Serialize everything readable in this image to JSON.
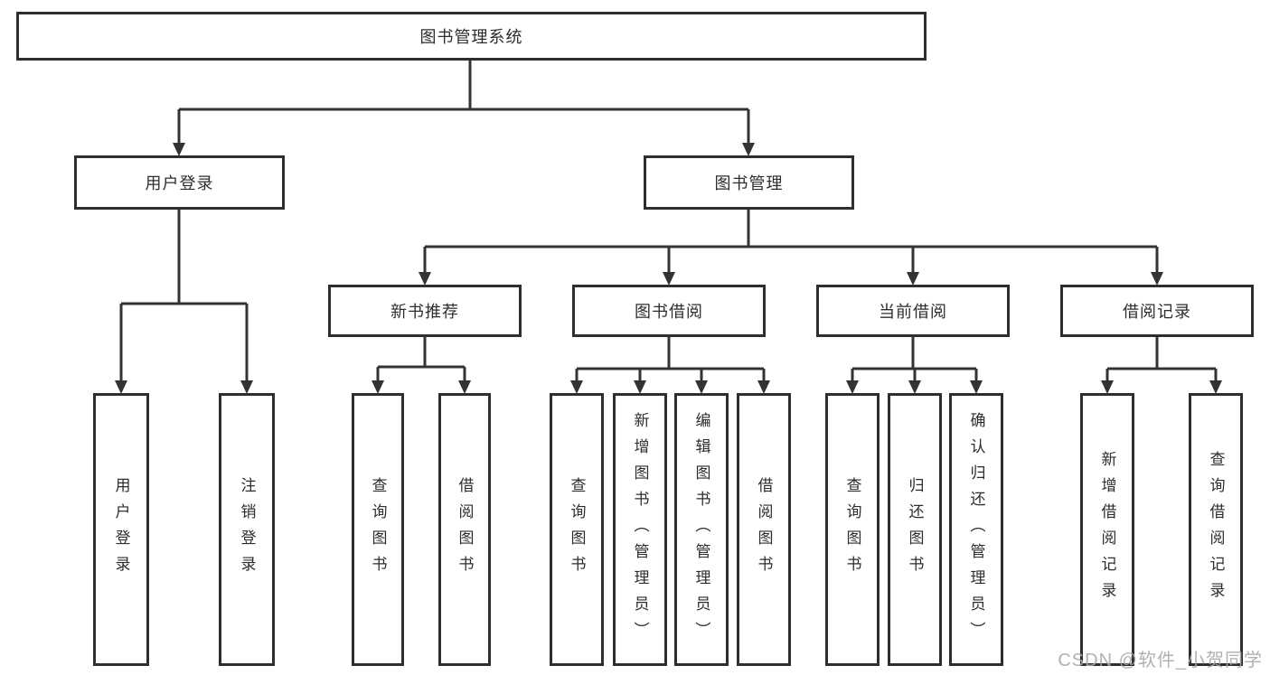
{
  "colors": {
    "background": "#ffffff",
    "box_border": "#2e2e2e",
    "connector_line": "#333333",
    "text": "#2d2d2d",
    "watermark": "#a8a8a8"
  },
  "tree": {
    "root": {
      "label": "图书管理系统",
      "children": [
        {
          "label": "用户登录",
          "children": [
            {
              "label": "用户登录"
            },
            {
              "label": "注销登录"
            }
          ]
        },
        {
          "label": "图书管理",
          "children": [
            {
              "label": "新书推荐",
              "children": [
                {
                  "label": "查询图书"
                },
                {
                  "label": "借阅图书"
                }
              ]
            },
            {
              "label": "图书借阅",
              "children": [
                {
                  "label": "查询图书"
                },
                {
                  "label": "新增图书（管理员）"
                },
                {
                  "label": "编辑图书（管理员）"
                },
                {
                  "label": "借阅图书"
                }
              ]
            },
            {
              "label": "当前借阅",
              "children": [
                {
                  "label": "查询图书"
                },
                {
                  "label": "归还图书"
                },
                {
                  "label": "确认归还（管理员）"
                }
              ]
            },
            {
              "label": "借阅记录",
              "children": [
                {
                  "label": "新增借阅记录"
                },
                {
                  "label": "查询借阅记录"
                }
              ]
            }
          ]
        }
      ]
    }
  },
  "watermark": {
    "text": "CSDN @软件_小贺同学"
  }
}
